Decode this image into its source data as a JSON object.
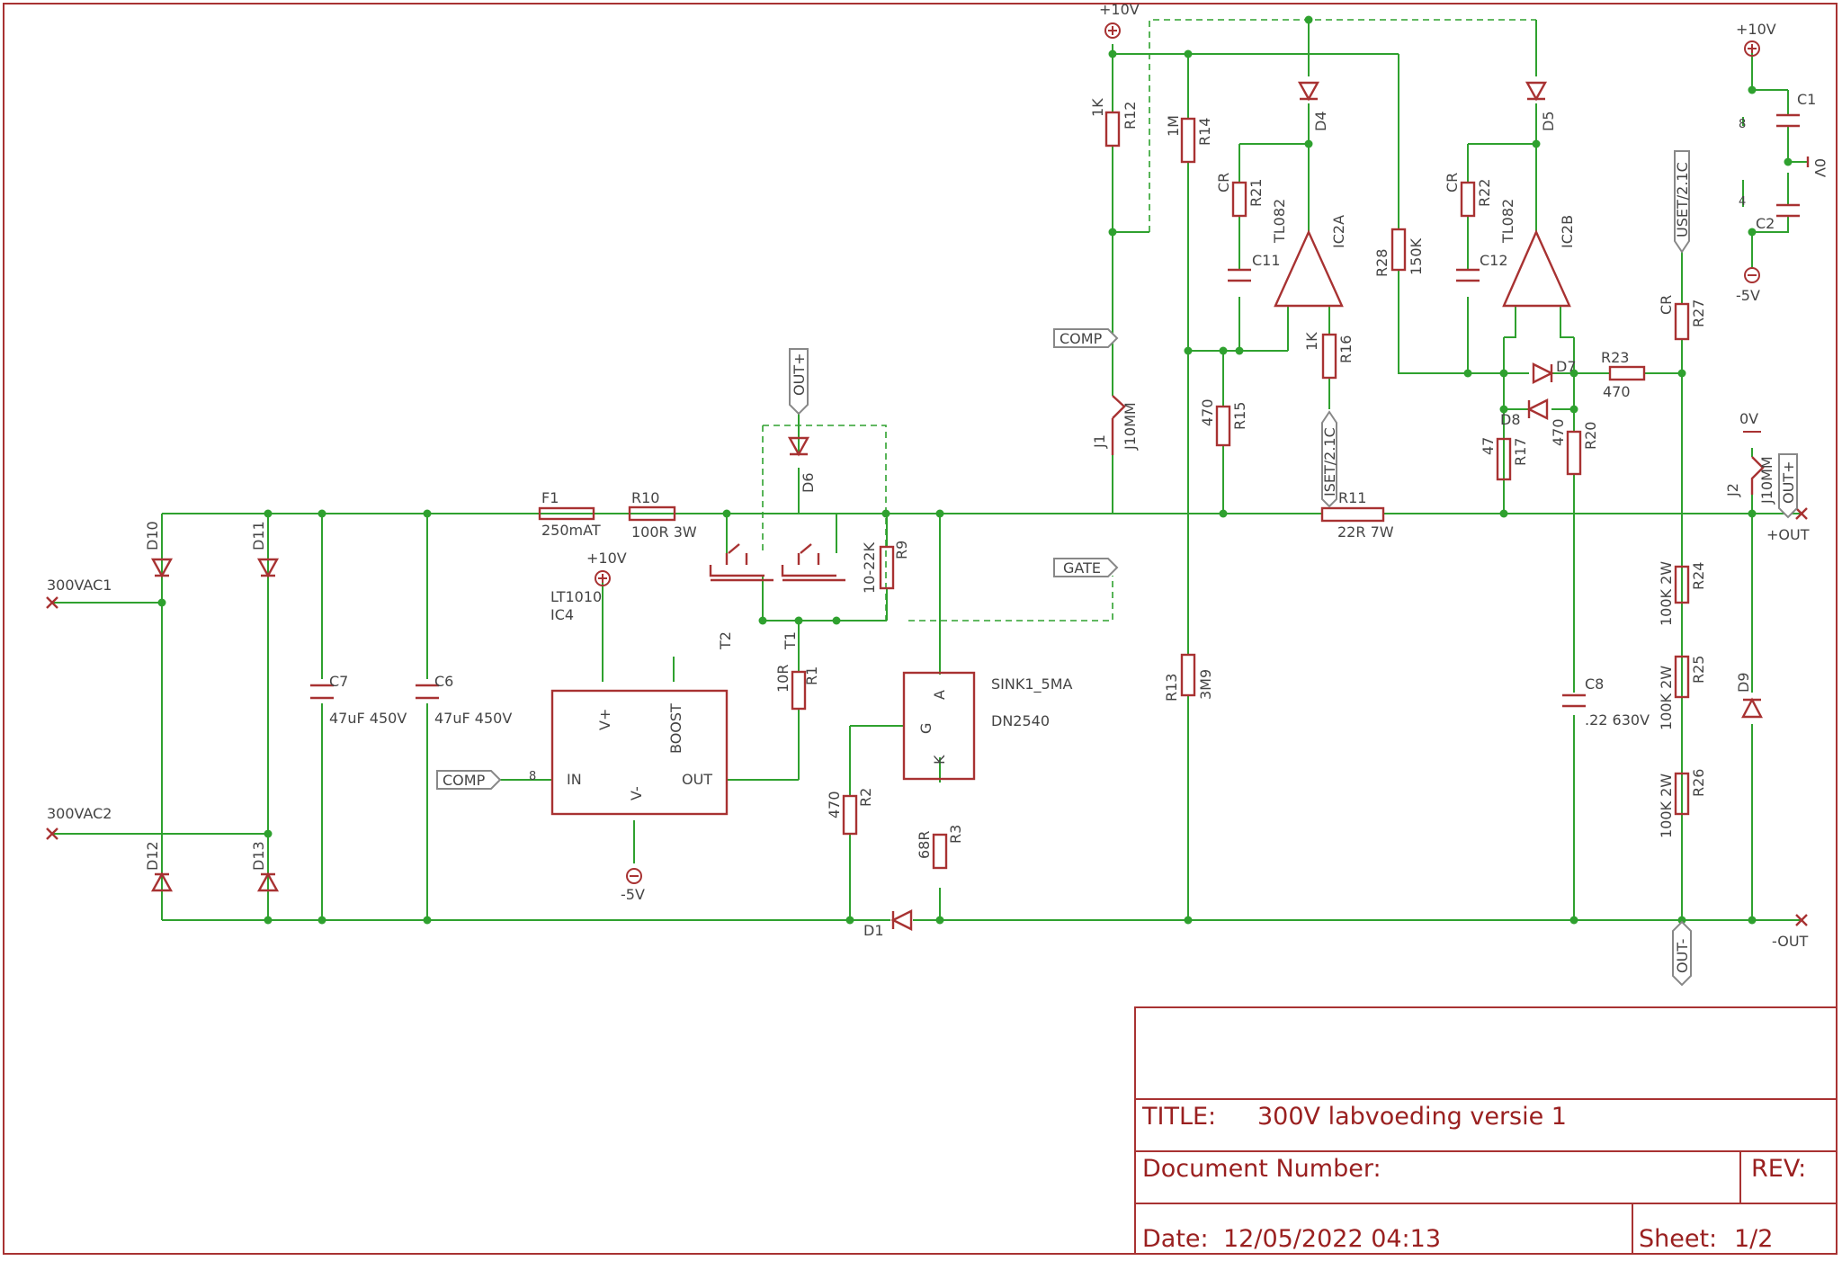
{
  "colors": {
    "wire": "#2fa12f",
    "part": "#a83232",
    "text": "#444444",
    "frame": "#a83232",
    "flag": "#888888"
  },
  "labels": {
    "vac1": "300VAC1",
    "vac2": "300VAC2",
    "d10": "D10",
    "d11": "D11",
    "d12": "D12",
    "d13": "D13",
    "c7": "C7",
    "c7v": "47uF 450V",
    "c6": "C6",
    "c6v": "47uF 450V",
    "f1": "F1",
    "f1v": "250mAT",
    "r10": "R10",
    "r10v": "100R 3W",
    "plus10v_ic4": "+10V",
    "lt1010": "LT1010",
    "ic4": "IC4",
    "vplus": "V+",
    "vminus": "V-",
    "boost": "BOOST",
    "in": "IN",
    "out": "OUT",
    "minus5v_ic4": "-5V",
    "t2": "T2",
    "t1": "T1",
    "d6": "D6",
    "r1": "R1",
    "r1v": "10R",
    "r9": "R9",
    "r9v": "10-22K",
    "r2": "R2",
    "r2v": "470",
    "r3": "R3",
    "r3v": "68R",
    "d1": "D1",
    "sink": "SINK1_5MA",
    "dn2540": "DN2540",
    "pin_a": "A",
    "pin_g": "G",
    "pin_k": "K",
    "plus10v_top": "+10V",
    "r12": "R12",
    "r12v": "1K",
    "r14": "R14",
    "r14v": "1M",
    "j1": "J1",
    "j1v": "J10MM",
    "r15": "R15",
    "r15v": "470",
    "r13": "R13",
    "r13v": "3M9",
    "d4": "D4",
    "r21": "R21",
    "r21v": "CR",
    "c11": "C11",
    "tl082a": "TL082",
    "ic2a": "IC2A",
    "r16": "R16",
    "r16v": "1K",
    "r28": "R28",
    "r28v": "150K",
    "r11": "R11",
    "r11v": "22R 7W",
    "d5": "D5",
    "r22": "R22",
    "r22v": "CR",
    "c12": "C12",
    "tl082b": "TL082",
    "ic2b": "IC2B",
    "d7": "D7",
    "d8": "D8",
    "r17": "R17",
    "r17v": "47",
    "r20": "R20",
    "r20v": "470",
    "r23": "R23",
    "r23v": "470",
    "c8": "C8",
    "c8v": ".22 630V",
    "r27": "R27",
    "r27v": "CR",
    "r24": "R24",
    "r24v": "100K 2W",
    "r25": "R25",
    "r25v": "100K 2W",
    "r26": "R26",
    "r26v": "100K 2W",
    "d9": "D9",
    "j2": "J2",
    "j2v": "J10MM",
    "zero_v_j2": "0V",
    "plus_out": "+OUT",
    "minus_out": "-OUT",
    "plus10v_right": "+10V",
    "minus5v_right": "-5V",
    "c1": "C1",
    "c2": "C2",
    "zero_v": "0V",
    "pin8": "8",
    "pin4": "4"
  },
  "flags": {
    "comp_left": "COMP",
    "comp_mid": "COMP",
    "gate": "GATE",
    "out_plus_top": "OUT+",
    "out_plus_right": "OUT+",
    "out_minus": "OUT-",
    "iset": "ISET/2.1C",
    "uset": "USET/2.1C"
  },
  "title_block": {
    "title_label": "TITLE:",
    "title_value": "300V labvoeding versie 1",
    "docnum_label": "Document Number:",
    "rev_label": "REV:",
    "date_label": "Date:",
    "date_value": "12/05/2022 04:13",
    "sheet_label": "Sheet:",
    "sheet_value": "1/2"
  }
}
